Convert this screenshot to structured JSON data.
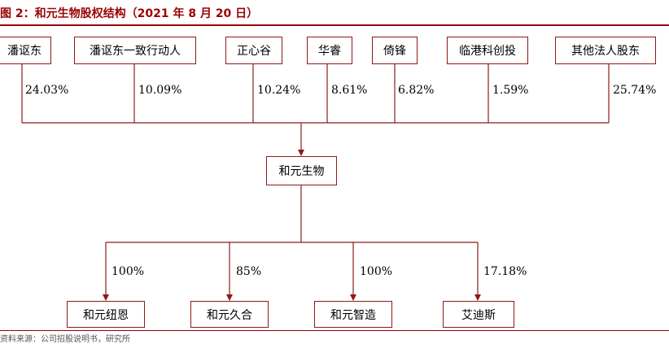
{
  "title": "图 2：和元生物股权结构（2021 年 8 月 20 日）",
  "shareholders": [
    {
      "name": "潘讴东",
      "percent": "24.03%"
    },
    {
      "name": "潘讴东一致行动人",
      "percent": "10.09%"
    },
    {
      "name": "正心谷",
      "percent": "10.24%"
    },
    {
      "name": "华睿",
      "percent": "8.61%"
    },
    {
      "name": "倚锋",
      "percent": "6.82%"
    },
    {
      "name": "临港科创投",
      "percent": "1.59%"
    },
    {
      "name": "其他法人股东",
      "percent": "25.74%"
    }
  ],
  "company": "和元生物",
  "subsidiaries": [
    {
      "name": "和元纽恩",
      "percent": "100%"
    },
    {
      "name": "和元久合",
      "percent": "85%"
    },
    {
      "name": "和元智造",
      "percent": "100%"
    },
    {
      "name": "艾迪斯",
      "percent": "17.18%"
    }
  ],
  "source": "资料来源：公司招股说明书，研究所"
}
